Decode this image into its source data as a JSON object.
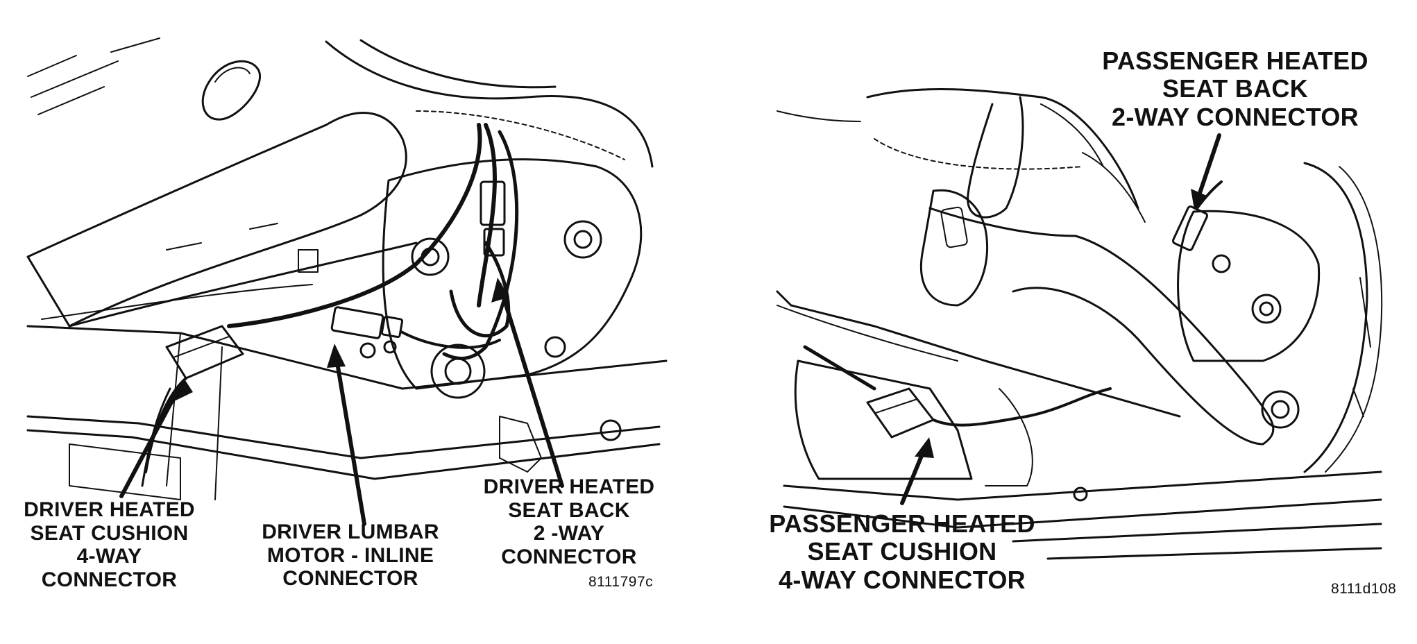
{
  "left_figure": {
    "labels": {
      "cushion": [
        "DRIVER HEATED",
        "SEAT CUSHION",
        "4-WAY",
        "CONNECTOR"
      ],
      "lumbar": [
        "DRIVER LUMBAR",
        "MOTOR - INLINE",
        "CONNECTOR"
      ],
      "back": [
        "DRIVER HEATED",
        "SEAT BACK",
        "2 -WAY",
        "CONNECTOR"
      ]
    },
    "figure_code": "8111797c"
  },
  "right_figure": {
    "labels": {
      "back": [
        "PASSENGER HEATED",
        "SEAT BACK",
        "2-WAY CONNECTOR"
      ],
      "cushion": [
        "PASSENGER HEATED",
        "SEAT CUSHION",
        "4-WAY CONNECTOR"
      ]
    },
    "figure_code": "8111d108"
  },
  "colors": {
    "ink": "#111111",
    "paper": "#ffffff"
  }
}
